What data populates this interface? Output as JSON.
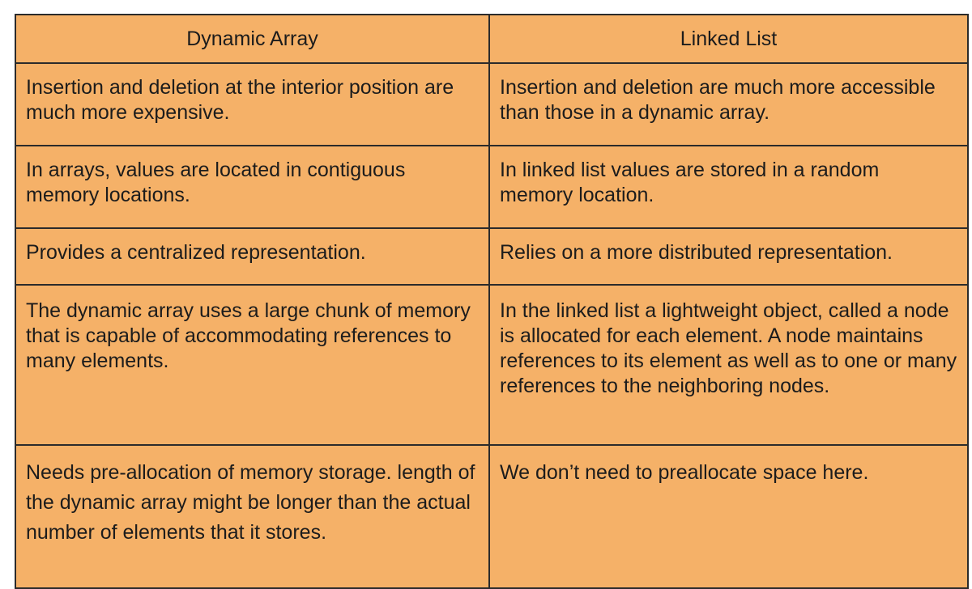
{
  "table": {
    "headers": [
      "Dynamic Array",
      "Linked List"
    ],
    "rows": [
      {
        "dynamic_array": "Insertion and deletion at the interior position are much more expensive.",
        "linked_list": "Insertion and deletion are much more accessible than those in a dynamic array."
      },
      {
        "dynamic_array": "In arrays, values are located in contiguous memory locations.",
        "linked_list": "In linked list values are stored in a random memory location."
      },
      {
        "dynamic_array": "Provides a centralized representation.",
        "linked_list": "Relies on a more distributed representation."
      },
      {
        "dynamic_array": "The dynamic array uses a large chunk of memory that is capable of accommodating references to many elements.",
        "linked_list": "In the linked list a lightweight object, called a node is allocated for each element. A node maintains references to its element as well as to one or many references to the neighboring nodes."
      },
      {
        "dynamic_array": "Needs pre-allocation of memory storage. length of the dynamic array might be longer than the actual number of elements that it stores.",
        "linked_list": "We don’t need to preallocate space here."
      }
    ]
  },
  "colors": {
    "cell_background": "#f5b168",
    "border": "#2b2b2b",
    "text": "#1c1c1c"
  }
}
